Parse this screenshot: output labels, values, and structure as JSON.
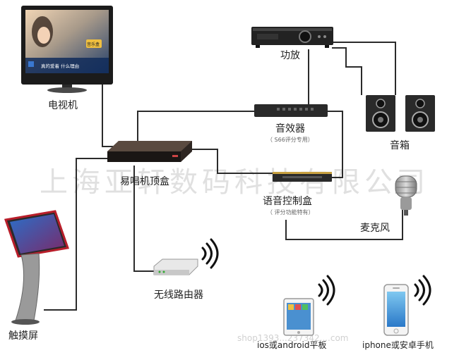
{
  "labels": {
    "tv": "电视机",
    "amplifier": "功放",
    "speakers": "音箱",
    "effector": "音效器",
    "effector_note": "（ S66评分专用）",
    "settop": "易唱机顶盒",
    "voice_box": "语音控制盒",
    "voice_note": "（ 评分功能特有）",
    "mic": "麦克风",
    "router": "无线路由器",
    "touch": "触摸屏",
    "tablet": "ios或android平板",
    "phone": "iphone或安卓手机"
  },
  "tv_screen": {
    "badge": "音乐盒",
    "caption": "真的爱着 什么理由"
  },
  "watermark": {
    "company": "上海亚轩数码科技有限公司",
    "shop": "shop1393...237342....com"
  },
  "colors": {
    "line": "#2b2b2b",
    "device_dark": "#2a2a2a",
    "tv_frame": "#1b1b1b",
    "stand_red": "#b81e2a",
    "screen_blue": "#1a4f9a"
  }
}
